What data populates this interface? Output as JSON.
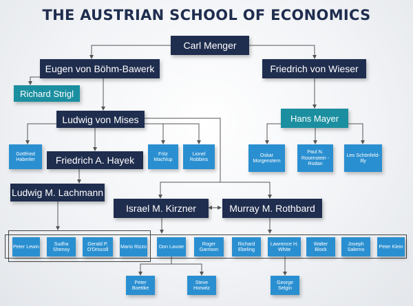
{
  "title": "THE AUSTRIAN SCHOOL OF ECONOMICS",
  "nodes": {
    "menger": "Carl Menger",
    "bohm_bawerk": "Eugen von Böhm-Bawerk",
    "wieser": "Friedrich von Wieser",
    "strigl": "Richard Strigl",
    "mises": "Ludwig von Mises",
    "mayer": "Hans Mayer",
    "haberler": "Gottfried Haberler",
    "hayek": "Friedrich A. Hayek",
    "machlup": "Fritz Machlup",
    "robbins": "Lionel Robbins",
    "morgenstern": "Oskar Morgenstern",
    "rosenstein_rodan": "Paul N. Rosenstein -Rodan",
    "schonfeld_illy": "Leo Schönfeld-Illy",
    "lachmann": "Ludwig M. Lachmann",
    "kirzner": "Israel M. Kirzner",
    "rothbard": "Murray M. Rothbard",
    "lewin": "Peter Lewin",
    "shenoy": "Sudha Shenoy",
    "odriscoll": "Gerald P. O'Driscoll",
    "rizzo": "Mario Rizzo",
    "lavoie": "Don Lavoie",
    "garrison": "Roger Garrison",
    "ebeling": "Richard Ebeling",
    "white": "Lawrence H. White",
    "block": "Walter Block",
    "salerno": "Joseph Salerno",
    "klein": "Peter Klein",
    "boettke": "Peter Boettke",
    "horwitz": "Steve Horwitz",
    "selgin": "George Selgin"
  },
  "colors": {
    "navy": "#1f2d4e",
    "teal": "#1b8fa0",
    "blue": "#2a8fd0",
    "connector": "#555555"
  }
}
